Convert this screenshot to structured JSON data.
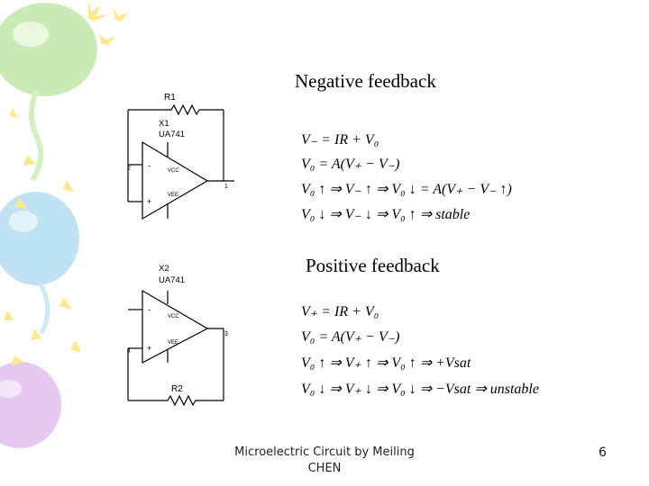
{
  "slide": {
    "negative_title": "Negative feedback",
    "positive_title": "Positive feedback",
    "negative_equations": [
      "V₋ = IR + V₀",
      "V₀ = A(V₊ − V₋)",
      "V₀ ↑ ⇒ V₋ ↑ ⇒ V₀ ↓ = A(V₊ − V₋ ↑)",
      "V₀ ↓ ⇒ V₋ ↓ ⇒ V₀ ↑ ⇒ stable"
    ],
    "positive_equations": [
      "V₊ = IR + V₀",
      "V₀ = A(V₊ − V₋)",
      "V₀ ↑ ⇒ V₊ ↑ ⇒ V₀ ↑ ⇒ +Vsat",
      "V₀ ↓ ⇒ V₊ ↓ ⇒ V₀ ↓ ⇒ −Vsat ⇒ unstable"
    ],
    "footer": "Microelectric Circuit by Meiling CHEN",
    "page_number": "6"
  },
  "circuit1": {
    "resistor_label": "R1",
    "opamp_label": "X1",
    "opamp_model": "UA741",
    "pin_inv": "2",
    "pin_out": "1",
    "minus_sign": "-",
    "plus_sign": "+",
    "vcc": "VCC",
    "vee": "VEE"
  },
  "circuit2": {
    "resistor_label": "R2",
    "opamp_label": "X2",
    "opamp_model": "UA741",
    "pin_noninv": "4",
    "pin_out": "3",
    "minus_sign": "-",
    "plus_sign": "+",
    "vcc": "VCC",
    "vee": "VEE"
  },
  "colors": {
    "balloon_green": "#c9ecb6",
    "balloon_yellow": "#fff3a3",
    "balloon_blue": "#bfe2f5",
    "balloon_purple": "#e6c8f2",
    "star_yellow": "#fde98a"
  }
}
